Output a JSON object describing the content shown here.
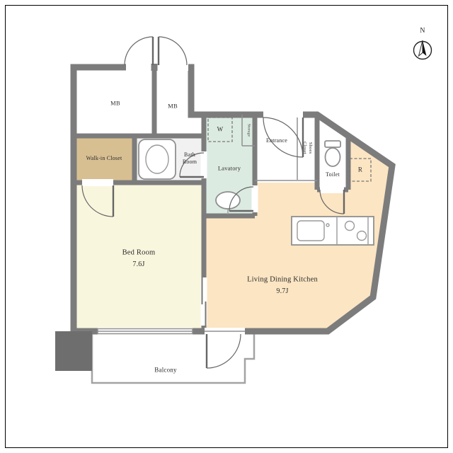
{
  "compass": {
    "label": "N"
  },
  "colors": {
    "wall": "#7c7c7c",
    "bedroom_floor": "#f9f6de",
    "ldk_floor": "#fce5c3",
    "walk_in_closet_floor": "#d8bf92",
    "lavatory_floor": "#dcebe2",
    "bath_floor": "#f1f1f1",
    "column": "#6e6e6e"
  },
  "rooms": {
    "mb1": {
      "label": "MB"
    },
    "mb2": {
      "label": "MB"
    },
    "walk_in_closet": {
      "label": "Walk-in Closet"
    },
    "bath_room": {
      "label": "Bath\nRoom"
    },
    "lavatory": {
      "label": "Lavatory"
    },
    "washer": {
      "label": "W"
    },
    "storage": {
      "label": "Storage"
    },
    "entrance": {
      "label": "Entrance"
    },
    "shoes_closet": {
      "label": "Shoes\nCloset"
    },
    "toilet": {
      "label": "Toilet"
    },
    "refrigerator": {
      "label": "R"
    },
    "bed_room": {
      "label": "Bed Room",
      "size": "7.6J"
    },
    "living_dining_kitchen": {
      "label": "Living Dining Kitchen",
      "size": "9.7J"
    },
    "balcony": {
      "label": "Balcony"
    }
  }
}
